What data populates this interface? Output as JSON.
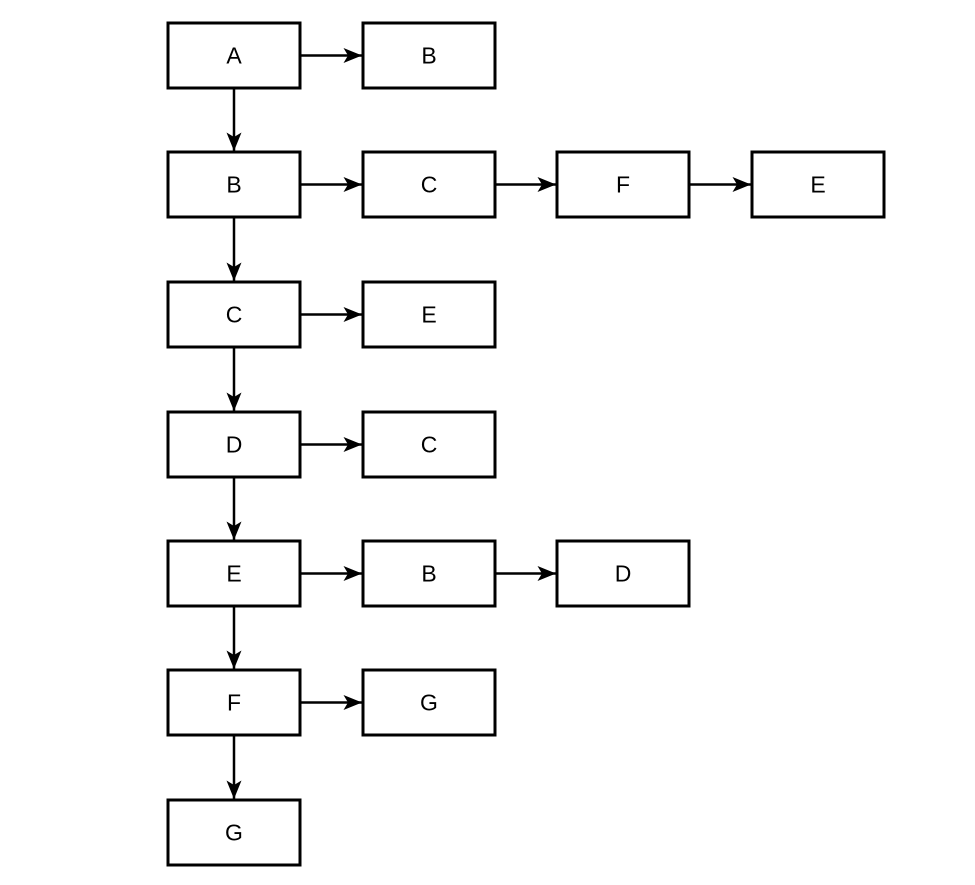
{
  "diagram": {
    "kind": "adjacency-list-flowchart",
    "background_color": "#ffffff",
    "node_fill": "#ffffff",
    "node_stroke": "#000000",
    "text_color": "#000000",
    "rows": [
      {
        "nodes": [
          "A",
          "B"
        ]
      },
      {
        "nodes": [
          "B",
          "C",
          "F",
          "E"
        ]
      },
      {
        "nodes": [
          "C",
          "E"
        ]
      },
      {
        "nodes": [
          "D",
          "C"
        ]
      },
      {
        "nodes": [
          "E",
          "B",
          "D"
        ]
      },
      {
        "nodes": [
          "F",
          "G"
        ]
      },
      {
        "nodes": [
          "G"
        ]
      }
    ],
    "chain_links": [
      {
        "from_row": 0,
        "to_row": 1
      },
      {
        "from_row": 1,
        "to_row": 2
      },
      {
        "from_row": 2,
        "to_row": 3
      },
      {
        "from_row": 3,
        "to_row": 4
      },
      {
        "from_row": 4,
        "to_row": 5
      },
      {
        "from_row": 5,
        "to_row": 6
      }
    ]
  }
}
